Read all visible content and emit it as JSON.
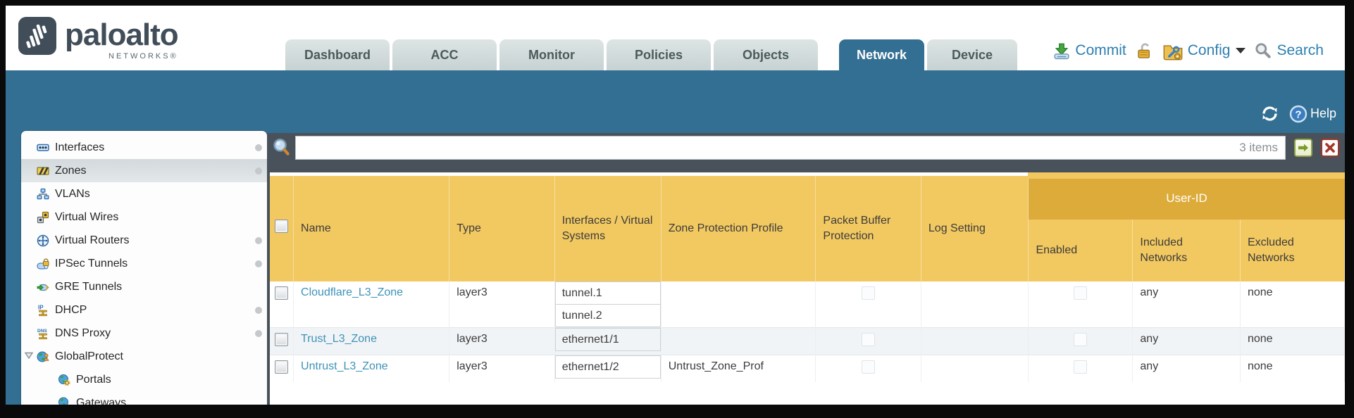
{
  "brand": {
    "logo_text": "paloalto",
    "logo_sub": "NETWORKS®"
  },
  "nav": {
    "tabs": [
      {
        "label": "Dashboard",
        "active": false
      },
      {
        "label": "ACC",
        "active": false
      },
      {
        "label": "Monitor",
        "active": false
      },
      {
        "label": "Policies",
        "active": false
      },
      {
        "label": "Objects",
        "active": false
      },
      {
        "label": "Network",
        "active": true
      },
      {
        "label": "Device",
        "active": false
      }
    ],
    "utilities": {
      "commit_label": "Commit",
      "config_label": "Config",
      "search_label": "Search"
    }
  },
  "teal_toolbar": {
    "help_label": "Help"
  },
  "filter_bar": {
    "input_value": "",
    "items_count": "3 items"
  },
  "sidebar": {
    "items": [
      {
        "icon": "interfaces-icon",
        "label": "Interfaces",
        "dot": true,
        "selected": false
      },
      {
        "icon": "zones-icon",
        "label": "Zones",
        "dot": true,
        "selected": true
      },
      {
        "icon": "vlans-icon",
        "label": "VLANs",
        "dot": false,
        "selected": false
      },
      {
        "icon": "virtual-wires-icon",
        "label": "Virtual Wires",
        "dot": false,
        "selected": false
      },
      {
        "icon": "virtual-routers-icon",
        "label": "Virtual Routers",
        "dot": true,
        "selected": false
      },
      {
        "icon": "ipsec-tunnels-icon",
        "label": "IPSec Tunnels",
        "dot": true,
        "selected": false
      },
      {
        "icon": "gre-tunnels-icon",
        "label": "GRE Tunnels",
        "dot": false,
        "selected": false
      },
      {
        "icon": "dhcp-icon",
        "label": "DHCP",
        "dot": true,
        "selected": false
      },
      {
        "icon": "dns-proxy-icon",
        "label": "DNS Proxy",
        "dot": true,
        "selected": false
      },
      {
        "icon": "globalprotect-icon",
        "label": "GlobalProtect",
        "dot": false,
        "selected": false,
        "expanded": true
      },
      {
        "icon": "portals-icon",
        "label": "Portals",
        "dot": false,
        "selected": false,
        "child": true
      },
      {
        "icon": "gateways-icon",
        "label": "Gateways",
        "dot": false,
        "selected": false,
        "child": true
      }
    ]
  },
  "table": {
    "group_header": "User-ID",
    "headers": [
      "Name",
      "Type",
      "Interfaces / Virtual Systems",
      "Zone Protection Profile",
      "Packet Buffer Protection",
      "Log Setting",
      "Enabled",
      "Included Networks",
      "Excluded Networks"
    ],
    "rows": [
      {
        "name": "Cloudflare_L3_Zone",
        "type": "layer3",
        "interfaces": [
          "tunnel.1",
          "tunnel.2"
        ],
        "zone_protection_profile": "",
        "packet_buffer_protection": false,
        "log_setting": "",
        "user_id_enabled": false,
        "included_networks": "any",
        "excluded_networks": "none"
      },
      {
        "name": "Trust_L3_Zone",
        "type": "layer3",
        "interfaces": [
          "ethernet1/1"
        ],
        "zone_protection_profile": "",
        "packet_buffer_protection": false,
        "log_setting": "",
        "user_id_enabled": false,
        "included_networks": "any",
        "excluded_networks": "none"
      },
      {
        "name": "Untrust_L3_Zone",
        "type": "layer3",
        "interfaces": [
          "ethernet1/2"
        ],
        "zone_protection_profile": "Untrust_Zone_Prof",
        "packet_buffer_protection": false,
        "log_setting": "",
        "user_id_enabled": false,
        "included_networks": "any",
        "excluded_networks": "none"
      }
    ]
  },
  "colors": {
    "teal": "#336f92",
    "gold_header": "#f2c860",
    "gold_group": "#dcab39",
    "link_blue": "#3e92b8",
    "pane_dark": "#49525b",
    "tab_inactive": "#ccd7d7",
    "link_text_blue": "#2d7fb0"
  }
}
